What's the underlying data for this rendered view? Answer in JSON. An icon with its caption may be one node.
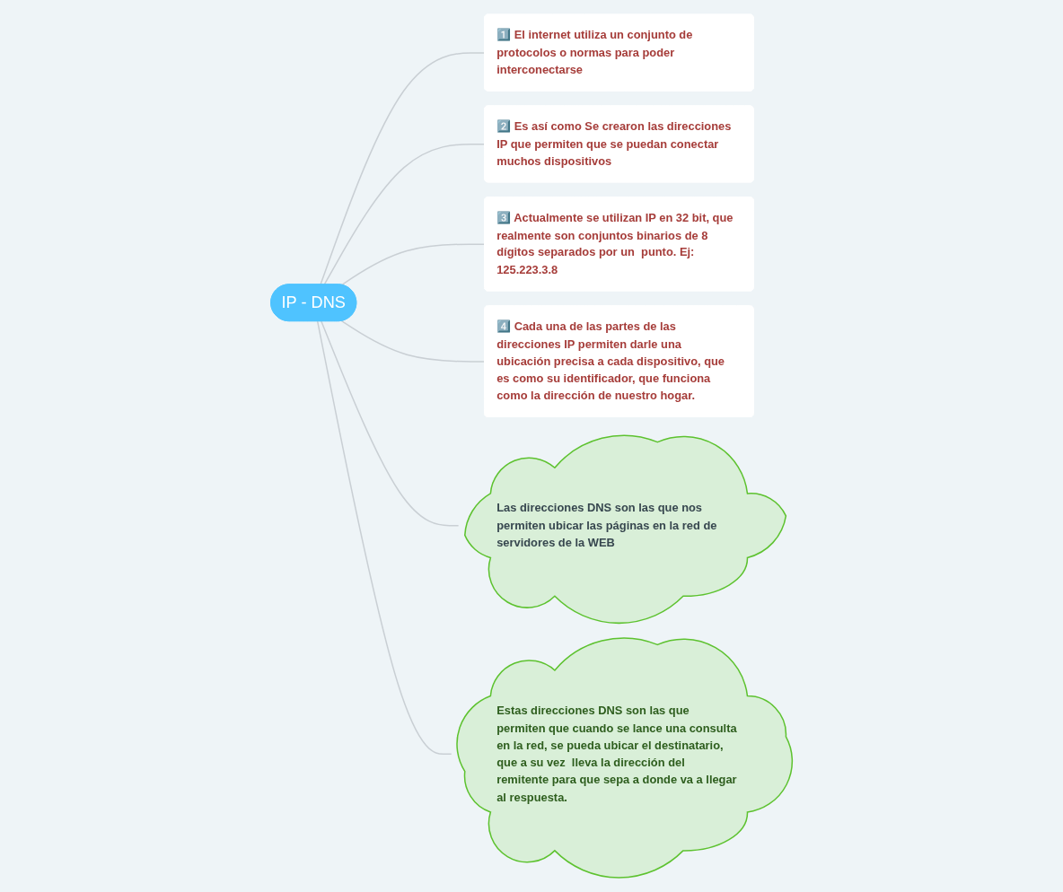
{
  "diagram": {
    "nodes": [
      {
        "text": [
          "IP - DNS"
        ]
      },
      {
        "text": [
          "1️⃣ El internet utiliza un conjunto de protocolos o normas para poder interconectarse"
        ]
      },
      {
        "text": [
          "2️⃣ Es así como Se crearon las direcciones IP que permiten que se puedan conectar muchos dispositivos"
        ]
      },
      {
        "text": [
          "3️⃣ Actualmente se utilizan IP en 32 bit, que realmente son conjuntos binarios de 8 dígitos separados por un  punto. Ej: 125.223.3.8"
        ]
      },
      {
        "text": [
          "4️⃣ Cada una de las partes de las direcciones IP permiten darle una ubicación precisa a cada dispositivo, que es como su identificador, que funciona como la dirección de nuestro hogar."
        ]
      },
      {
        "text": [
          "Las direcciones DNS son las que nos permiten ubicar las páginas en la red de servidores de la WEB"
        ]
      },
      {
        "text": [
          "Estas direcciones DNS son las que permiten que cuando se lance una consulta en la red, se pueda ubicar el destinatario, que a su vez  lleva la dirección del remitente para que sepa a donde va a llegar al respuesta."
        ]
      }
    ],
    "edges": [
      {
        "from": 0,
        "to": 1,
        "arrow": "none"
      },
      {
        "from": 0,
        "to": 2,
        "arrow": "none"
      },
      {
        "from": 0,
        "to": 3,
        "arrow": "none"
      },
      {
        "from": 0,
        "to": 4,
        "arrow": "none"
      },
      {
        "from": 0,
        "to": 5,
        "arrow": "none"
      },
      {
        "from": 0,
        "to": 6,
        "arrow": "none"
      }
    ]
  }
}
